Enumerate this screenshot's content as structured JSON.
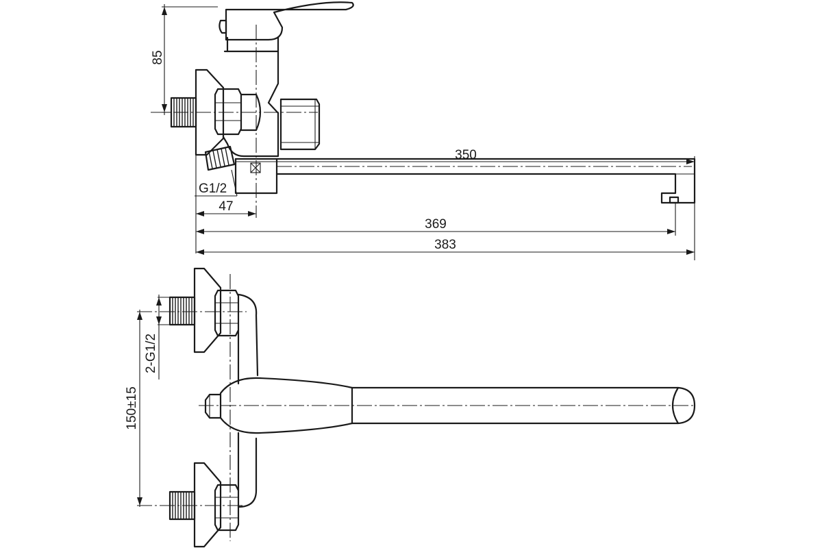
{
  "drawing": {
    "dimensions": {
      "handle_height": "85",
      "spout_length": "350",
      "thread_size": "G1/2",
      "wall_offset": "47",
      "reach_to_outlet": "369",
      "overall_length": "383",
      "connection_thread": "2-G1/2",
      "center_distance": "150±15"
    }
  }
}
